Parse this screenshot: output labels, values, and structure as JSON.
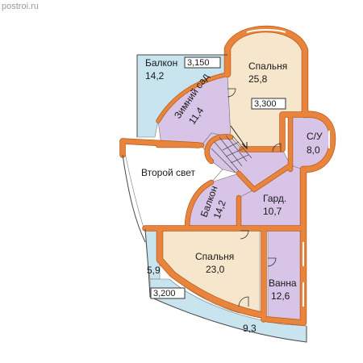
{
  "watermark": "postroi.ru",
  "colors": {
    "wall": "#e8843c",
    "wall_outline": "#b85a1e",
    "bedroom_floor": "#f6e6cc",
    "bathroom_floor": "#d7c4e6",
    "corridor_floor": "#d7c4e6",
    "balcony_floor": "#c8e4ef",
    "void": "#ffffff"
  },
  "rooms": {
    "balcony_top": {
      "name": "Балкон",
      "area": "14,2"
    },
    "bedroom_top": {
      "name": "Спальня",
      "area": "25,8"
    },
    "winter_garden": {
      "name": "Зимний сад",
      "area": "11,4"
    },
    "wc": {
      "name": "С/У",
      "area": "8,0"
    },
    "second_light": {
      "name": "Второй свет"
    },
    "balcony_mid": {
      "name": "Балкон",
      "area": "14,2"
    },
    "wardrobe": {
      "name": "Гард.",
      "area": "10,7"
    },
    "bedroom_bottom": {
      "name": "Спальня",
      "area": "23,0"
    },
    "bathroom": {
      "name": "Ванна",
      "area": "12,6"
    },
    "balcony_left_small": {
      "area": "5,9"
    },
    "balcony_bottom": {
      "area": "9,3"
    }
  },
  "levels": {
    "balcony_top": "3,150",
    "bedroom_top": "3,300",
    "bottom": "3,200"
  }
}
